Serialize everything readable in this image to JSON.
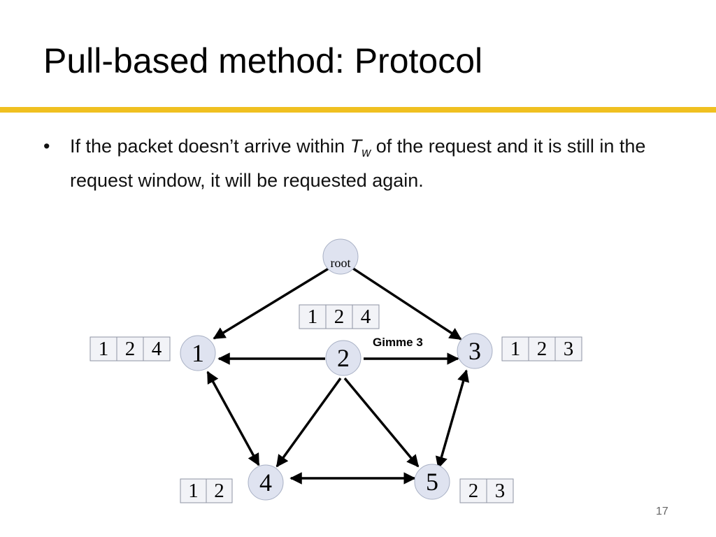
{
  "slide": {
    "title": "Pull-based method: Protocol",
    "page_number": "17",
    "bullet": {
      "before": "If the packet doesn’t arrive within ",
      "var": "T",
      "sub": "w",
      "after": " of the request and it is still in the request window, it will be requested again."
    }
  },
  "diagram": {
    "nodes": {
      "root": "root",
      "n1": "1",
      "n2": "2",
      "n3": "3",
      "n4": "4",
      "n5": "5"
    },
    "buffers": {
      "node1": [
        "1",
        "2",
        "4"
      ],
      "node2": [
        "1",
        "2",
        "4"
      ],
      "node3": [
        "1",
        "2",
        "3"
      ],
      "node4": [
        "1",
        "2"
      ],
      "node5": [
        "2",
        "3"
      ]
    },
    "edge_label": "Gimme 3"
  }
}
